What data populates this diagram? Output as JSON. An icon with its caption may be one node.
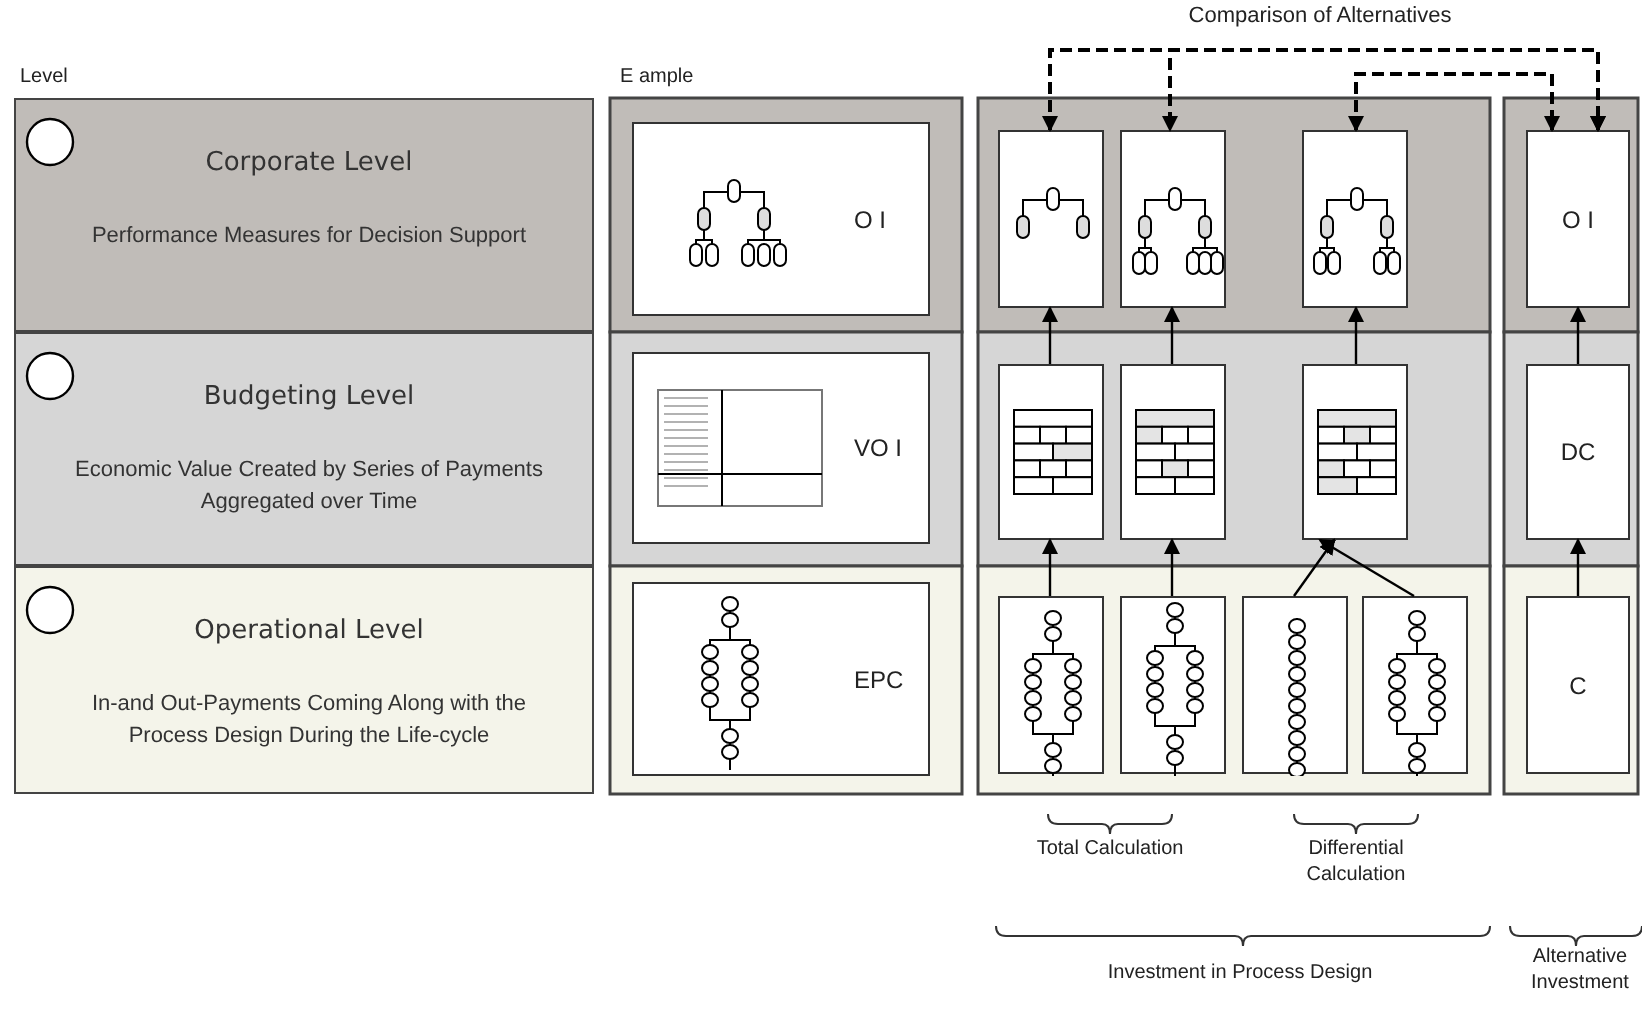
{
  "diagram": {
    "nodes": [
      {
        "text": [
          "Corporate Level",
          "Performance Measures for Decision Support"
        ]
      },
      {
        "text": [
          "Budgeting Level",
          "Economic Value Created by Series of Payments Aggregated over Time"
        ]
      },
      {
        "text": [
          "Operational Level",
          "In-and Out-Payments Coming Along with the Process Design During the Life-cycle"
        ]
      },
      {
        "text": [
          "O I"
        ]
      },
      {
        "text": [
          "VO I"
        ]
      },
      {
        "text": [
          "EPC"
        ]
      },
      {
        "text": [],
        "shape": "picture"
      },
      {
        "text": [],
        "shape": "picture"
      },
      {
        "text": [],
        "shape": "picture"
      },
      {
        "text": [
          "O I"
        ]
      },
      {
        "text": [],
        "shape": "picture"
      },
      {
        "text": [],
        "shape": "picture"
      },
      {
        "text": [],
        "shape": "picture"
      },
      {
        "text": [
          "DC"
        ]
      },
      {
        "text": [],
        "shape": "picture"
      },
      {
        "text": [],
        "shape": "picture"
      },
      {
        "text": [],
        "shape": "picture"
      },
      {
        "text": [],
        "shape": "picture"
      },
      {
        "text": [
          "C"
        ]
      }
    ],
    "edges": [
      {
        "from": 6,
        "to": 9,
        "arrow": "both",
        "style": "dashed",
        "label": "Comparison of Alternatives"
      },
      {
        "from": 7,
        "to": 9,
        "arrow": "both",
        "style": "dashed"
      },
      {
        "from": 8,
        "to": 9,
        "arrow": "both",
        "style": "dashed"
      },
      {
        "from": 14,
        "to": 10,
        "arrow": "to"
      },
      {
        "from": 15,
        "to": 11,
        "arrow": "to"
      },
      {
        "from": 16,
        "to": 12,
        "arrow": "to"
      },
      {
        "from": 17,
        "to": 12,
        "arrow": "to"
      },
      {
        "from": 10,
        "to": 6,
        "arrow": "to"
      },
      {
        "from": 11,
        "to": 7,
        "arrow": "to"
      },
      {
        "from": 12,
        "to": 8,
        "arrow": "to"
      },
      {
        "from": 18,
        "to": 13,
        "arrow": "to"
      },
      {
        "from": 13,
        "to": 9,
        "arrow": "to"
      }
    ],
    "labels": [
      "Level",
      "E ample",
      "Total Calculation",
      "Differential Calculation",
      "Investment in Process Design",
      "Alternative Investment"
    ]
  }
}
